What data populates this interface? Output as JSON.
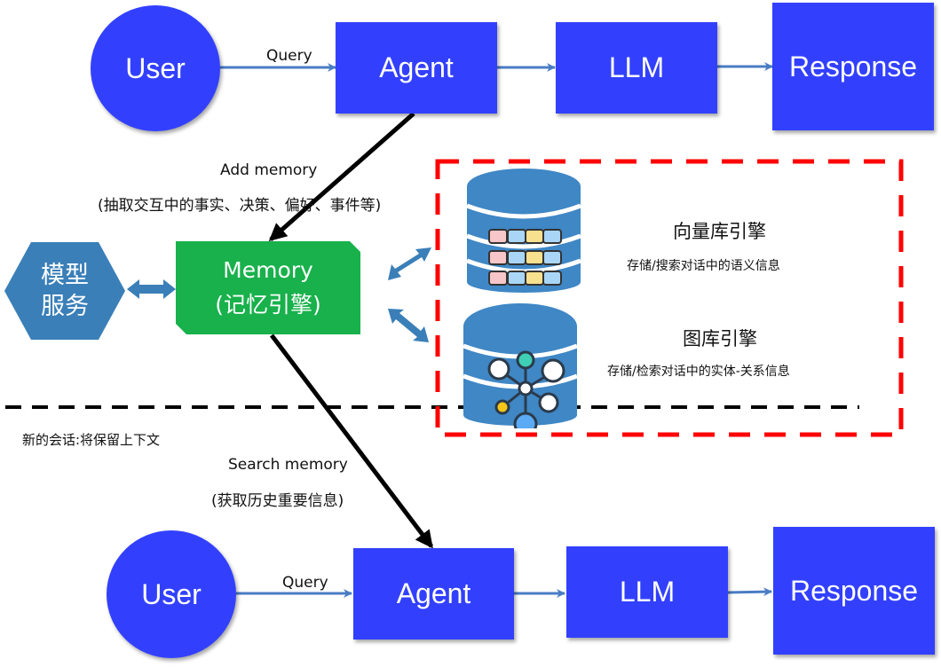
{
  "colors": {
    "node_blue": "#3240fe",
    "arrow_blue": "#4a7cc4",
    "memory_green": "#18b14b",
    "model_hex": "#3a7fb8",
    "db_blue": "#3f87c5",
    "storage_border": "#ff0000",
    "separator": "#000000"
  },
  "top_flow": {
    "user": "User",
    "query": "Query",
    "agent": "Agent",
    "llm": "LLM",
    "response": "Response"
  },
  "add_memory": {
    "label": "Add memory",
    "detail": "(抽取交互中的事实、决策、偏好、事件等)"
  },
  "model_service": {
    "line1": "模型",
    "line2": "服务"
  },
  "memory": {
    "title": "Memory",
    "subtitle": "(记忆引擎)"
  },
  "storage": {
    "vector": {
      "icon": "vector-database-icon",
      "title": "向量库引擎",
      "desc": "存储/搜索对话中的语义信息"
    },
    "graph": {
      "icon": "graph-database-icon",
      "title": "图库引擎",
      "desc": "存储/检索对话中的实体-关系信息"
    }
  },
  "new_session": "新的会话:将保留上下文",
  "search_memory": {
    "label": "Search memory",
    "detail": "(获取历史重要信息)"
  },
  "bottom_flow": {
    "user": "User",
    "query": "Query",
    "agent": "Agent",
    "llm": "LLM",
    "response": "Response"
  }
}
